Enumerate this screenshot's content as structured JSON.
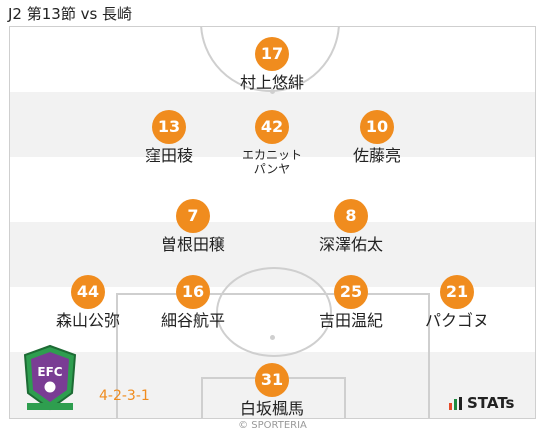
{
  "header": {
    "title": "J2 第13節 vs 長崎"
  },
  "formation": "4-2-3-1",
  "colors": {
    "number_circle": "#f08c1e",
    "stripe_light": "#f2f2f2",
    "pitch_line": "#cfcfcf"
  },
  "players": [
    {
      "number": "17",
      "name": "村上悠緋"
    },
    {
      "number": "13",
      "name": "窪田稜"
    },
    {
      "number": "42",
      "name": "エカニット\nパンヤ"
    },
    {
      "number": "10",
      "name": "佐藤亮"
    },
    {
      "number": "7",
      "name": "曽根田穣"
    },
    {
      "number": "8",
      "name": "深澤佑太"
    },
    {
      "number": "44",
      "name": "森山公弥"
    },
    {
      "number": "16",
      "name": "細谷航平"
    },
    {
      "number": "25",
      "name": "吉田温紀"
    },
    {
      "number": "21",
      "name": "パクゴヌ"
    },
    {
      "number": "31",
      "name": "白坂楓馬"
    }
  ],
  "crest": {
    "icon": "club-crest-icon",
    "text": "EFC"
  },
  "brand": {
    "label": "STATs",
    "icon": "stats-bars-icon"
  },
  "copyright": "© SPORTERIA"
}
